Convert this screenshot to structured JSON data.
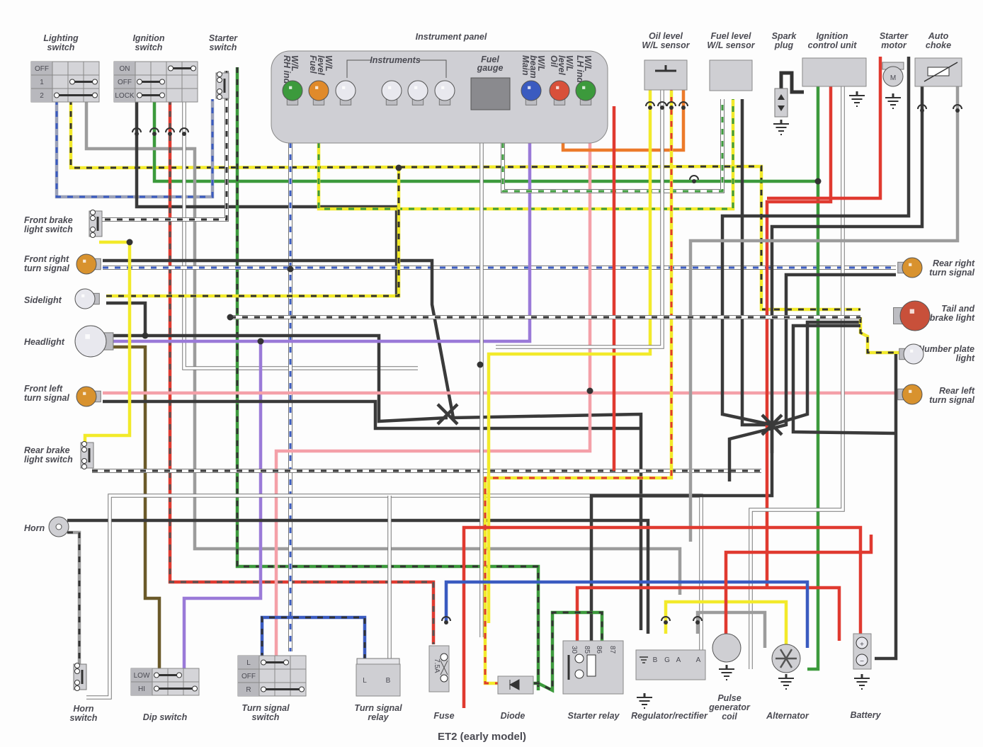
{
  "diagram": {
    "title": "ET2 (early model)",
    "colors": {
      "black": "#3a3a3a",
      "green": "#3c9a3c",
      "red": "#e03a30",
      "yellow": "#f2ea2a",
      "blue": "#3a5bc0",
      "purple": "#9a7ad8",
      "pink": "#f4a0a8",
      "orange": "#ec7a2a",
      "grey": "#9c9c9c",
      "white": "#ffffff",
      "brown": "#6b5a2a",
      "component_fill": "#cfcfd3",
      "label_text": "#4a4a52"
    },
    "components": {
      "lighting_switch": {
        "label": [
          "Lighting",
          "switch"
        ],
        "rows": [
          "OFF",
          "1",
          "2"
        ]
      },
      "ignition_switch": {
        "label": [
          "Ignition",
          "switch"
        ],
        "rows": [
          "ON",
          "OFF",
          "LOCK"
        ]
      },
      "starter_switch": {
        "label": [
          "Starter",
          "switch"
        ]
      },
      "instrument_panel": {
        "label": "Instrument panel",
        "instruments_label": "Instruments",
        "fuel_gauge_label": [
          "Fuel",
          "gauge"
        ],
        "lamps": [
          {
            "label": [
              "RH ind",
              "W/L"
            ],
            "color": "#3c9a3c"
          },
          {
            "label": [
              "Fuel",
              "level",
              "W/L"
            ],
            "color": "#e08a2a"
          },
          {
            "label": [],
            "color": "#e8e8ee"
          },
          {
            "label": [],
            "color": "#e8e8ee"
          },
          {
            "label": [],
            "color": "#e8e8ee"
          },
          {
            "label": [],
            "color": "#e8e8ee"
          },
          {
            "label": [
              "Main",
              "beam",
              "W/L"
            ],
            "color": "#3a5bc0"
          },
          {
            "label": [
              "Oil",
              "level",
              "W/L"
            ],
            "color": "#d8503a"
          },
          {
            "label": [
              "LH ind",
              "W/L"
            ],
            "color": "#3c9a3c"
          }
        ]
      },
      "oil_level_sensor": {
        "label": [
          "Oil level",
          "W/L sensor"
        ]
      },
      "fuel_level_sensor": {
        "label": [
          "Fuel level",
          "W/L sensor"
        ]
      },
      "spark_plug": {
        "label": [
          "Spark",
          "plug"
        ]
      },
      "ignition_control_unit": {
        "label": [
          "Ignition",
          "control unit"
        ]
      },
      "starter_motor": {
        "label": [
          "Starter",
          "motor"
        ],
        "symbol": "M"
      },
      "auto_choke": {
        "label": [
          "Auto",
          "choke"
        ]
      },
      "front_brake_light_switch": {
        "label": [
          "Front brake",
          "light switch"
        ]
      },
      "front_right_turn_signal": {
        "label": [
          "Front right",
          "turn signal"
        ]
      },
      "sidelight": {
        "label": [
          "Sidelight"
        ]
      },
      "headlight": {
        "label": [
          "Headlight"
        ]
      },
      "front_left_turn_signal": {
        "label": [
          "Front left",
          "turn signal"
        ]
      },
      "rear_brake_light_switch": {
        "label": [
          "Rear brake",
          "light switch"
        ]
      },
      "horn": {
        "label": [
          "Horn"
        ]
      },
      "rear_right_turn_signal": {
        "label": [
          "Rear right",
          "turn signal"
        ]
      },
      "tail_brake_light": {
        "label": [
          "Tail and",
          "brake light"
        ]
      },
      "number_plate_light": {
        "label": [
          "Number plate",
          "light"
        ]
      },
      "rear_left_turn_signal": {
        "label": [
          "Rear left",
          "turn signal"
        ]
      },
      "horn_switch": {
        "label": [
          "Horn",
          "switch"
        ]
      },
      "dip_switch": {
        "label": [
          "Dip switch"
        ],
        "rows": [
          "LOW",
          "HI"
        ]
      },
      "turn_signal_switch": {
        "label": [
          "Turn signal",
          "switch"
        ],
        "rows": [
          "L",
          "OFF",
          "R"
        ]
      },
      "turn_signal_relay": {
        "label": [
          "Turn signal",
          "relay"
        ],
        "terminals": [
          "L",
          "B"
        ]
      },
      "fuse": {
        "label": [
          "Fuse"
        ],
        "rating": "7.5A"
      },
      "diode": {
        "label": [
          "Diode"
        ]
      },
      "starter_relay": {
        "label": [
          "Starter relay"
        ],
        "terminals": [
          "30",
          "85",
          "86",
          "87"
        ]
      },
      "regulator_rectifier": {
        "label": [
          "Regulator/rectifier"
        ],
        "terminals": [
          "B",
          "G",
          "A",
          "A"
        ]
      },
      "pulse_generator_coil": {
        "label": [
          "Pulse",
          "generator",
          "coil"
        ]
      },
      "alternator": {
        "label": [
          "Alternator"
        ]
      },
      "battery": {
        "label": [
          "Battery"
        ],
        "terminals": [
          "+",
          "−"
        ]
      }
    }
  }
}
